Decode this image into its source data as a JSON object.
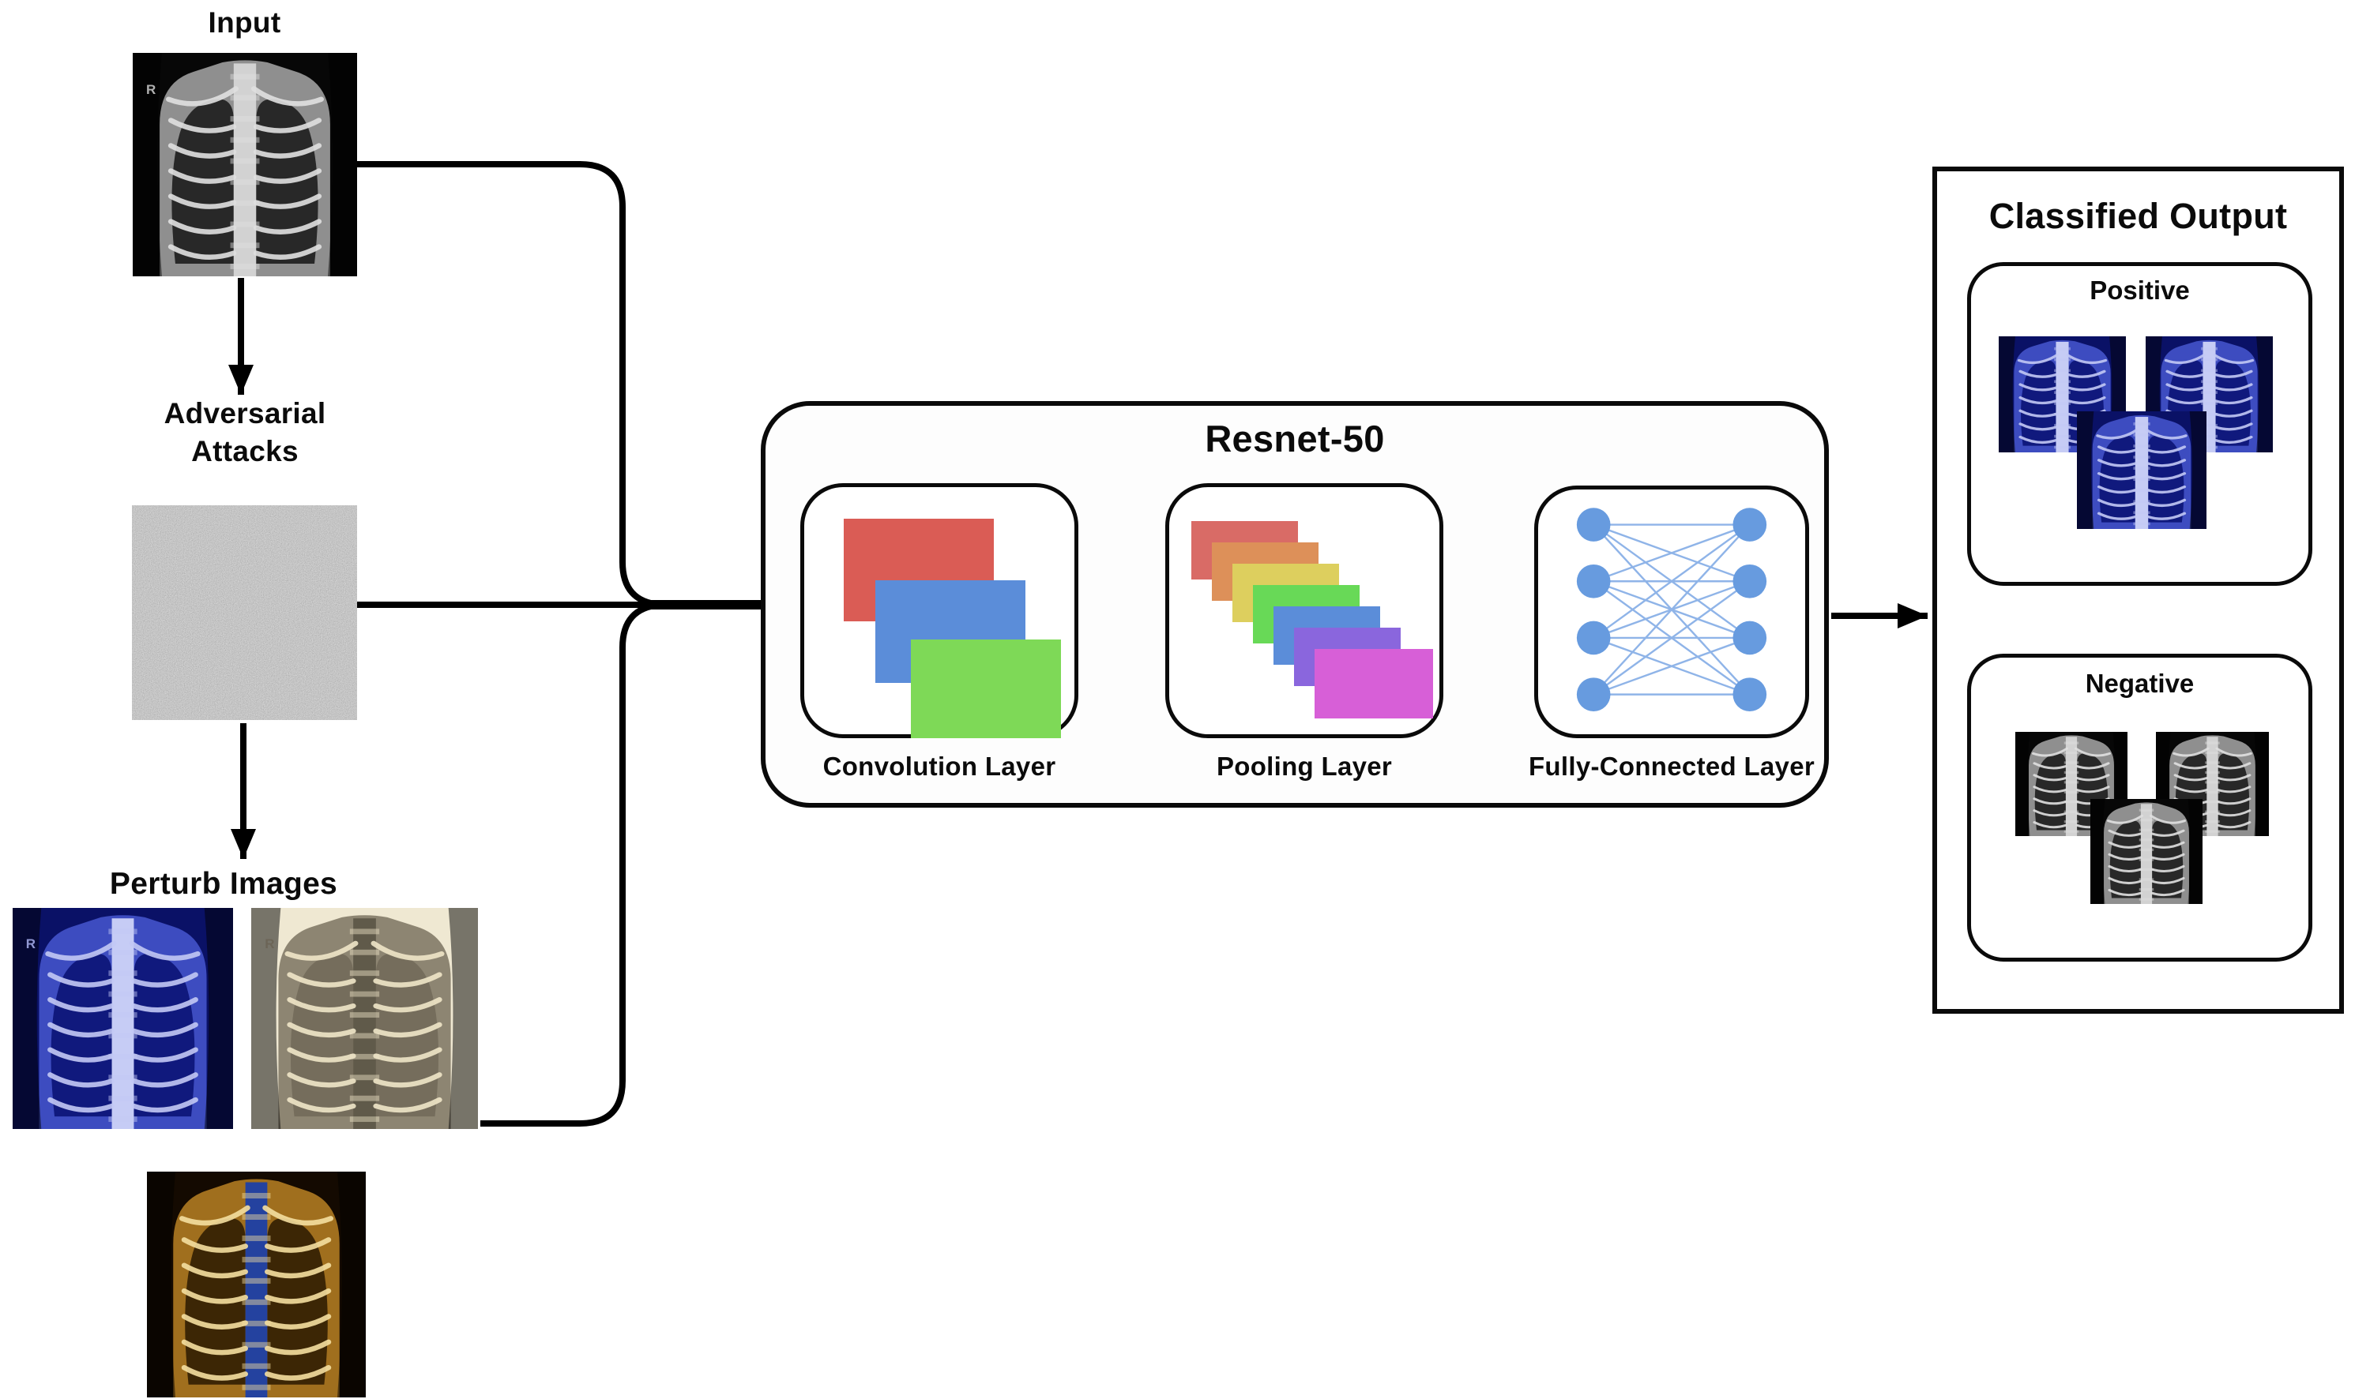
{
  "input": {
    "label": "Input"
  },
  "adversarial": {
    "line1": "Adversarial",
    "line2": "Attacks"
  },
  "perturb": {
    "label": "Perturb Images"
  },
  "marker": "R",
  "model": {
    "title": "Resnet-50",
    "layers": [
      {
        "label": "Convolution Layer"
      },
      {
        "label": "Pooling Layer"
      },
      {
        "label": "Fully-Connected Layer"
      }
    ]
  },
  "output": {
    "title": "Classified Output",
    "classes": [
      {
        "label": "Positive"
      },
      {
        "label": "Negative"
      }
    ]
  },
  "colors": {
    "connector": "#000000",
    "conv-red": "#da5c55",
    "conv-blue": "#5b8dd9",
    "conv-green": "#7ed957",
    "pool-1": "#d96b66",
    "pool-2": "#dd9059",
    "pool-3": "#ddcf5e",
    "pool-4": "#68d957",
    "pool-5": "#5b8dd9",
    "pool-6": "#8a66dd",
    "pool-7": "#d75fd7",
    "fc-node": "#679bdf",
    "fc-edge": "#8fb4e8"
  }
}
